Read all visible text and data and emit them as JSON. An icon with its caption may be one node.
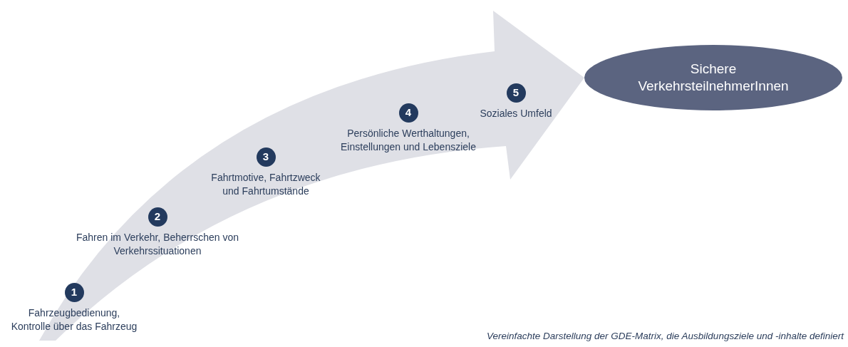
{
  "diagram": {
    "caption": "Vereinfachte Darstellung der GDE-Matrix, die Ausbildungsziele und -inhalte definiert",
    "nodes": [
      {
        "text": [
          "1",
          "Fahrzeugbedienung, Kontrolle über das Fahrzeug"
        ]
      },
      {
        "text": [
          "2",
          "Fahren im Verkehr, Beherrschen von Verkehrssituationen"
        ]
      },
      {
        "text": [
          "3",
          "Fahrtmotive, Fahrtzweck und Fahrtumstände"
        ]
      },
      {
        "text": [
          "4",
          "Persönliche Werthaltungen, Einstellungen und Lebensziele"
        ]
      },
      {
        "text": [
          "5",
          "Soziales Umfeld"
        ]
      },
      {
        "text": [
          "Sichere VerkehrsteilnehmerInnen"
        ]
      }
    ],
    "edges": [
      {
        "from": null,
        "to": 5,
        "arrow": "to"
      }
    ]
  }
}
